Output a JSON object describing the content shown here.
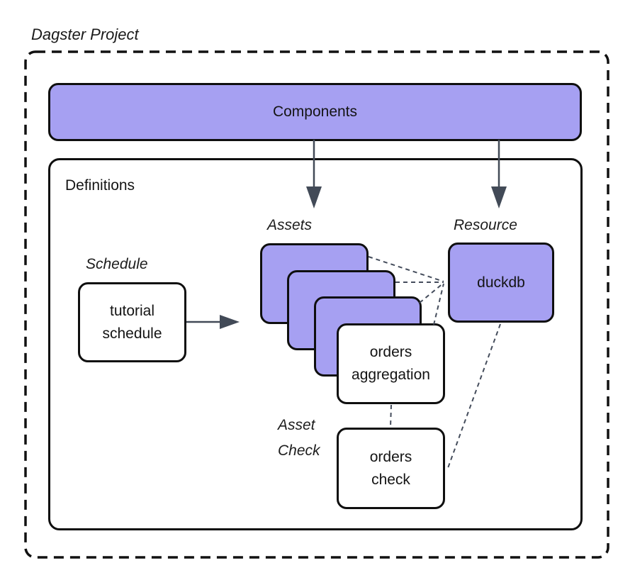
{
  "title": "Dagster Project",
  "components": {
    "label": "Components"
  },
  "definitions": {
    "label": "Definitions"
  },
  "schedule": {
    "label": "Schedule",
    "box_label": "tutorial schedule"
  },
  "assets": {
    "label": "Assets",
    "aggregation_box_label": "orders aggregation"
  },
  "resource": {
    "label": "Resource",
    "box_label": "duckdb"
  },
  "asset_check": {
    "label": "Asset Check",
    "box_label": "orders check"
  },
  "colors": {
    "purple_fill": "#A6A0F2",
    "box_border": "#0f0f0f",
    "arrow": "#424A57",
    "connector_dash": "#454D5C",
    "outer_dash": "#111111",
    "background": "#ffffff"
  }
}
